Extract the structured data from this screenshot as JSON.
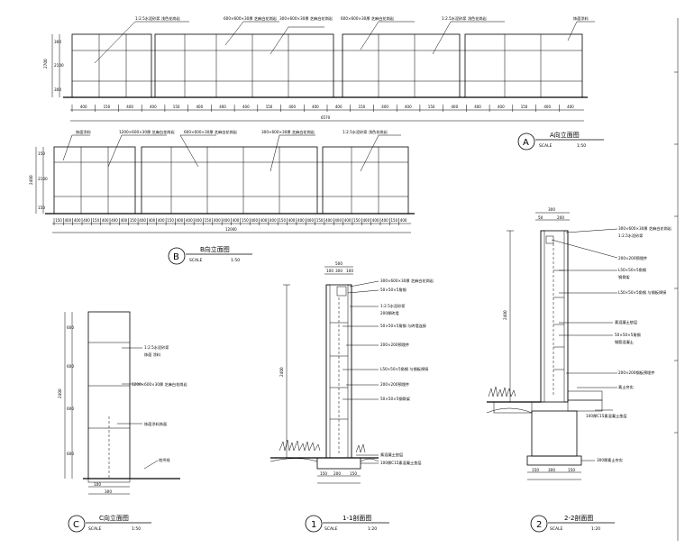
{
  "elevation_a": {
    "title": "A向立面图",
    "bubble": "A",
    "scale_label": "SCALE",
    "scale": "1:50",
    "callouts": [
      "1:2.5水泥砂浆  浅色花岗岩",
      "600×600×30厚 芝麻白花岗岩",
      "300×600×30厚 芝麻白花岗岩",
      "600×600×30厚 芝麻白花岗岩",
      "1:2.5水泥砂浆  浅色花岗岩",
      "饰面涂料"
    ],
    "dims_top": [
      "400",
      "150",
      "400",
      "400",
      "150",
      "400",
      "400",
      "400",
      "150",
      "400",
      "400",
      "400",
      "150",
      "400",
      "400",
      "150",
      "400",
      "400",
      "400",
      "150",
      "400",
      "400"
    ],
    "dim_total": "6570",
    "side_dims": [
      "300",
      "2100",
      "300"
    ],
    "height_total": "2700"
  },
  "elevation_b": {
    "title": "B向立面图",
    "bubble": "B",
    "scale_label": "SCALE",
    "scale": "1:50",
    "callouts": [
      "饰面涂料",
      "1200×600×30厚 芝麻白花岗岩",
      "600×600×30厚 芝麻白花岗岩",
      "300×600×30厚 芝麻白花岗岩",
      "1:2.5水泥砂浆 浅色花岗岩"
    ],
    "dims_top": [
      "150",
      "400",
      "400",
      "400",
      "150",
      "400",
      "400",
      "400",
      "150",
      "400",
      "400",
      "400",
      "150",
      "400",
      "400",
      "400",
      "150",
      "400",
      "400",
      "400",
      "150",
      "400",
      "400",
      "400",
      "150",
      "400",
      "400",
      "400",
      "150",
      "400",
      "400",
      "400",
      "150",
      "400",
      "400",
      "400",
      "150",
      "400"
    ],
    "dim_total": "12000",
    "side_dims": [
      "150",
      "2100",
      "150"
    ],
    "height_total": "2400"
  },
  "elevation_c": {
    "title": "C向立面图",
    "bubble": "C",
    "scale_label": "SCALE",
    "scale": "1:50",
    "callouts": [
      "1:2.5水泥砂浆",
      "饰面 涂料",
      "1200×600×30厚 芝麻白花岗岩",
      "饰面涂料饰面",
      "地坪线"
    ],
    "side_dims": [
      "600",
      "600",
      "600",
      "600"
    ],
    "height_total": "2400",
    "base_dims": [
      "100",
      "300"
    ]
  },
  "section_1": {
    "title": "1-1剖面图",
    "bubble": "1",
    "scale_label": "SCALE",
    "scale": "1:20",
    "top_dims": [
      "500",
      "100",
      "300",
      "100"
    ],
    "callouts": [
      "300×600×30厚 芝麻白花岗岩",
      "50×50×5角钢",
      "1:2.5水泥砂浆",
      "200厚砖墙",
      "50×50×5角钢 与砖墙连接",
      "200×200预埋件",
      "L50×50×5角钢 与钢板焊接",
      "200×200预埋件",
      "50×50×5钢骨架",
      "素混凝土垫层",
      "100厚C15素混凝土垫层"
    ],
    "side_total": "2400",
    "base_dims": [
      "150",
      "200",
      "150"
    ]
  },
  "section_2": {
    "title": "2-2剖面图",
    "bubble": "2",
    "scale_label": "SCALE",
    "scale": "1:20",
    "top_dims": [
      "300",
      "50",
      "200"
    ],
    "callouts": [
      "300×600×30厚 芝麻白花岗岩",
      "1:2.5水泥砂浆",
      "200×200预埋件",
      "L50×50×5角钢",
      "钢骨架",
      "L50×50×5角钢 与钢板焊接",
      "素混凝土垫层",
      "50×50×5角钢",
      "钢筋混凝土",
      "200×200钢板预埋件",
      "素土夯实",
      "100厚C15素混凝土垫层",
      "300厚素土夯实"
    ],
    "side_dims": [
      "2400"
    ],
    "base_dims": [
      "150",
      "300",
      "150"
    ]
  },
  "grass_icon": "grass-symbol"
}
